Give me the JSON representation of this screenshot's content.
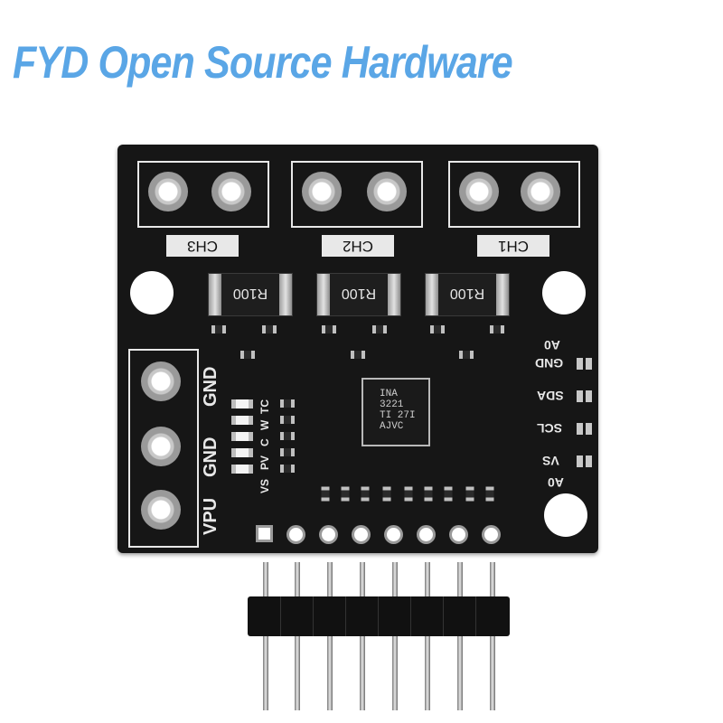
{
  "watermark": "FYD Open Source Hardware",
  "channels": [
    "CH3",
    "CH2",
    "CH1"
  ],
  "resistor_marking": "R100",
  "chip_marking": "INA\n3221\nTI 27I\nAJVC",
  "power_labels": [
    "GND",
    "GND",
    "VPU"
  ],
  "led_labels": [
    "TC",
    "W",
    "C",
    "PV",
    "VS"
  ],
  "i2c_labels": [
    "A0",
    "GND",
    "SDA",
    "SCL",
    "VS",
    "A0"
  ],
  "colors": {
    "board": "#161616",
    "silkscreen": "#e8e8e8",
    "watermark": "#5aa6e6"
  }
}
